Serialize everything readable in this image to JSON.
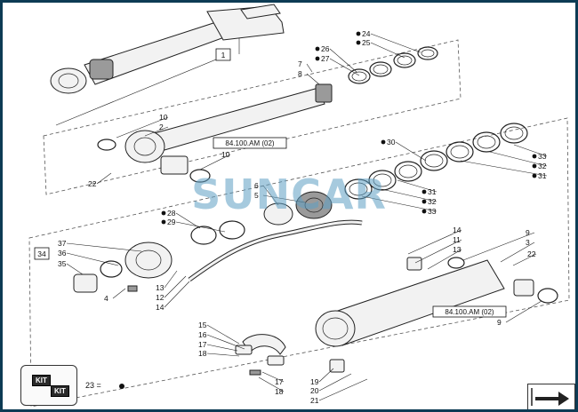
{
  "watermark": "SUNCAR",
  "assembly_box_label": "1",
  "subkit_box_label": "34",
  "reference_labels": [
    "84.100.AM (02)",
    "84.100.AM (02)"
  ],
  "callouts": [
    {
      "id": "c24",
      "text": "24",
      "dot": true
    },
    {
      "id": "c25",
      "text": "25",
      "dot": true
    },
    {
      "id": "c26",
      "text": "26",
      "dot": true
    },
    {
      "id": "c27",
      "text": "27",
      "dot": true
    },
    {
      "id": "c7",
      "text": "7",
      "dot": false
    },
    {
      "id": "c8",
      "text": "8",
      "dot": false
    },
    {
      "id": "c10a",
      "text": "10",
      "dot": false
    },
    {
      "id": "c2",
      "text": "2",
      "dot": false
    },
    {
      "id": "c10b",
      "text": "10",
      "dot": false
    },
    {
      "id": "c22a",
      "text": "22",
      "dot": false
    },
    {
      "id": "c30",
      "text": "30",
      "dot": true
    },
    {
      "id": "c33a",
      "text": "33",
      "dot": true
    },
    {
      "id": "c32a",
      "text": "32",
      "dot": true
    },
    {
      "id": "c31a",
      "text": "31",
      "dot": true
    },
    {
      "id": "c6",
      "text": "6",
      "dot": false
    },
    {
      "id": "c5",
      "text": "5",
      "dot": false
    },
    {
      "id": "c31b",
      "text": "31",
      "dot": true
    },
    {
      "id": "c32b",
      "text": "32",
      "dot": true
    },
    {
      "id": "c33b",
      "text": "33",
      "dot": true
    },
    {
      "id": "c28",
      "text": "28",
      "dot": true
    },
    {
      "id": "c29",
      "text": "29",
      "dot": true
    },
    {
      "id": "c37",
      "text": "37",
      "dot": false
    },
    {
      "id": "c36",
      "text": "36",
      "dot": false
    },
    {
      "id": "c35",
      "text": "35",
      "dot": false
    },
    {
      "id": "c4",
      "text": "4",
      "dot": false
    },
    {
      "id": "c13a",
      "text": "13",
      "dot": false
    },
    {
      "id": "c12",
      "text": "12",
      "dot": false
    },
    {
      "id": "c14a",
      "text": "14",
      "dot": false
    },
    {
      "id": "c14b",
      "text": "14",
      "dot": false
    },
    {
      "id": "c11",
      "text": "11",
      "dot": false
    },
    {
      "id": "c13b",
      "text": "13",
      "dot": false
    },
    {
      "id": "c9a",
      "text": "9",
      "dot": false
    },
    {
      "id": "c3",
      "text": "3",
      "dot": false
    },
    {
      "id": "c22b",
      "text": "22",
      "dot": false
    },
    {
      "id": "c9b",
      "text": "9",
      "dot": false
    },
    {
      "id": "c15",
      "text": "15",
      "dot": false
    },
    {
      "id": "c16",
      "text": "16",
      "dot": false
    },
    {
      "id": "c17a",
      "text": "17",
      "dot": false
    },
    {
      "id": "c18a",
      "text": "18",
      "dot": false
    },
    {
      "id": "c17b",
      "text": "17",
      "dot": false
    },
    {
      "id": "c18b",
      "text": "18",
      "dot": false
    },
    {
      "id": "c19",
      "text": "19",
      "dot": false
    },
    {
      "id": "c20",
      "text": "20",
      "dot": false
    },
    {
      "id": "c21",
      "text": "21",
      "dot": false
    }
  ],
  "kit": {
    "icon_label_1": "KIT",
    "icon_label_2": "KIT",
    "text": "23 ="
  },
  "icons": {
    "kit": "kit-box-icon",
    "navigation": "next-page-arrow-icon"
  },
  "colors": {
    "frame": "#0d3b54",
    "watermark": "#5fa0c4",
    "line": "#222222"
  }
}
